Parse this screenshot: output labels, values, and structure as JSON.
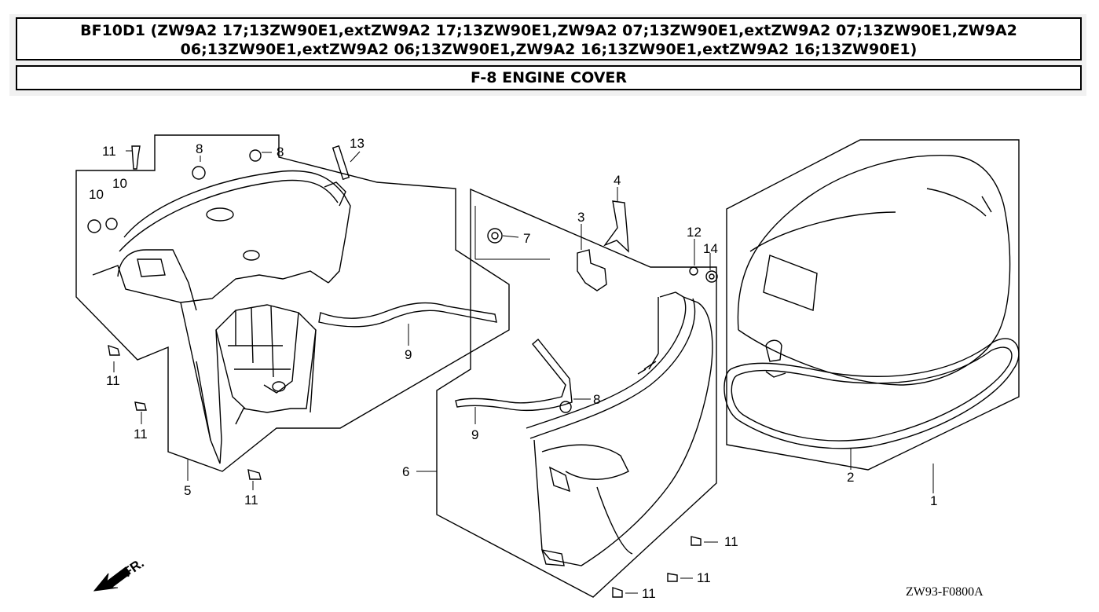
{
  "header": {
    "model_line": "BF10D1 (ZW9A2 17;13ZW90E1,extZW9A2 17;13ZW90E1,ZW9A2 07;13ZW90E1,extZW9A2 07;13ZW90E1,ZW9A2 06;13ZW90E1,extZW9A2 06;13ZW90E1,ZW9A2 16;13ZW90E1,extZW9A2 16;13ZW90E1)",
    "section": "F-8 ENGINE COVER"
  },
  "callouts": {
    "c1": "1",
    "c2": "2",
    "c3": "3",
    "c4": "4",
    "c5": "5",
    "c6": "6",
    "c7": "7",
    "c8a": "8",
    "c8b": "8",
    "c8c": "8",
    "c9a": "9",
    "c9b": "9",
    "c10a": "10",
    "c10b": "10",
    "c11a": "11",
    "c11b": "11",
    "c11c": "11",
    "c11d": "11",
    "c11e": "11",
    "c11f": "11",
    "c11g": "11",
    "c12": "12",
    "c13": "13",
    "c14": "14"
  },
  "front_marker": "FR.",
  "drawing_code": "ZW93-F0800A"
}
